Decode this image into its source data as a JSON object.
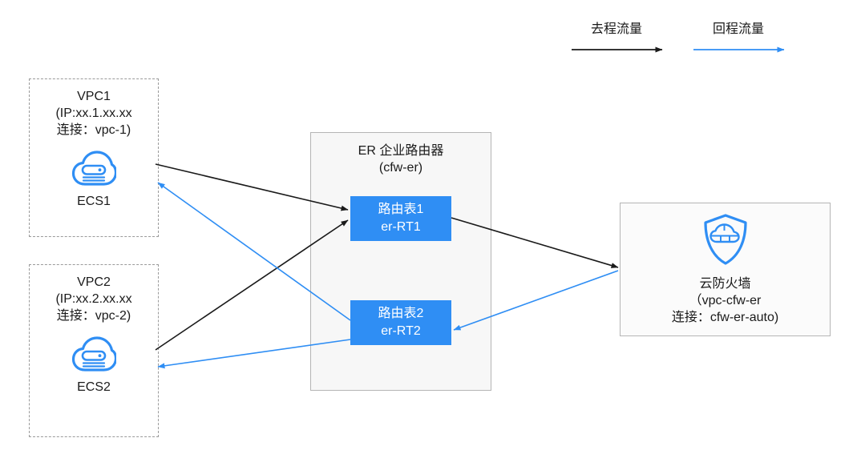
{
  "diagram": {
    "legend": {
      "forward": {
        "label": "去程流量",
        "color": "#1a1a1a",
        "icon": "black-arrow-icon"
      },
      "return": {
        "label": "回程流量",
        "color": "#2f8ef4",
        "icon": "blue-arrow-icon"
      }
    },
    "vpcs": [
      {
        "id": "vpc1",
        "title_line1": "VPC1",
        "title_line2": "(IP:xx.1.xx.xx",
        "title_line3": "连接：vpc-1)",
        "node_label": "ECS1",
        "icon": "ecs-cloud-server-icon",
        "icon_color": "#2f8ef4"
      },
      {
        "id": "vpc2",
        "title_line1": "VPC2",
        "title_line2": "(IP:xx.2.xx.xx",
        "title_line3": "连接：vpc-2)",
        "node_label": "ECS2",
        "icon": "ecs-cloud-server-icon",
        "icon_color": "#2f8ef4"
      }
    ],
    "enterprise_router": {
      "title_line1": "ER 企业路由器",
      "title_line2": "(cfw-er)",
      "route_tables": [
        {
          "id": "er-rt1",
          "line1": "路由表1",
          "line2": "er-RT1",
          "color": "#2f8ef4"
        },
        {
          "id": "er-rt2",
          "line1": "路由表2",
          "line2": "er-RT2",
          "color": "#2f8ef4"
        }
      ]
    },
    "firewall": {
      "icon": "cloud-firewall-shield-icon",
      "icon_color": "#2f8ef4",
      "line1": "云防火墙",
      "line2": "（vpc-cfw-er",
      "line3": "连接：cfw-er-auto)"
    },
    "flows": [
      {
        "from": "ECS1",
        "to": "er-RT1",
        "type": "forward",
        "color": "#1a1a1a"
      },
      {
        "from": "ECS2",
        "to": "er-RT1",
        "type": "forward",
        "color": "#1a1a1a"
      },
      {
        "from": "er-RT1",
        "to": "云防火墙",
        "type": "forward",
        "color": "#1a1a1a"
      },
      {
        "from": "云防火墙",
        "to": "er-RT2",
        "type": "return",
        "color": "#2f8ef4"
      },
      {
        "from": "er-RT2",
        "to": "ECS1",
        "type": "return",
        "color": "#2f8ef4"
      },
      {
        "from": "er-RT2",
        "to": "ECS2",
        "type": "return",
        "color": "#2f8ef4"
      }
    ]
  }
}
